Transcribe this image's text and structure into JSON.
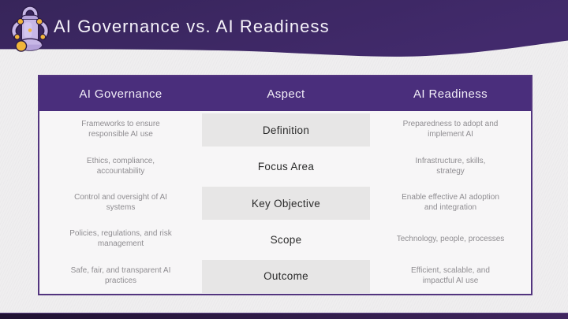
{
  "banner": {
    "title": "AI Governance vs. AI Readiness",
    "icon": "lantern-icon"
  },
  "colors": {
    "banner_purple": "#3b2763",
    "table_header_purple": "#4a2e7c",
    "card_border_purple": "#53357f",
    "shaded_cell_gray": "#e7e6e6",
    "side_text_gray": "#8f8d91",
    "accent_yellow": "#f1b53a",
    "lantern_lavender": "#c7b7e6",
    "page_background": "#efeeef"
  },
  "table": {
    "headers": [
      "AI Governance",
      "Aspect",
      "AI Readiness"
    ],
    "rows": [
      {
        "aspect": "Definition",
        "governance_lines": [
          "Frameworks to ensure",
          "responsible AI use"
        ],
        "readiness_lines": [
          "Preparedness to adopt and",
          "implement AI"
        ]
      },
      {
        "aspect": "Focus Area",
        "governance_lines": [
          "Ethics, compliance,",
          "accountability"
        ],
        "readiness_lines": [
          "Infrastructure, skills,",
          "strategy"
        ]
      },
      {
        "aspect": "Key Objective",
        "governance_lines": [
          "Control and oversight of AI",
          "systems"
        ],
        "readiness_lines": [
          "Enable effective AI adoption",
          "and integration"
        ]
      },
      {
        "aspect": "Scope",
        "governance_lines": [
          "Policies, regulations, and risk",
          "management"
        ],
        "readiness_lines": [
          "Technology, people, processes"
        ]
      },
      {
        "aspect": "Outcome",
        "governance_lines": [
          "Safe, fair, and transparent AI",
          "practices"
        ],
        "readiness_lines": [
          "Efficient, scalable, and",
          "impactful AI use"
        ]
      }
    ]
  }
}
